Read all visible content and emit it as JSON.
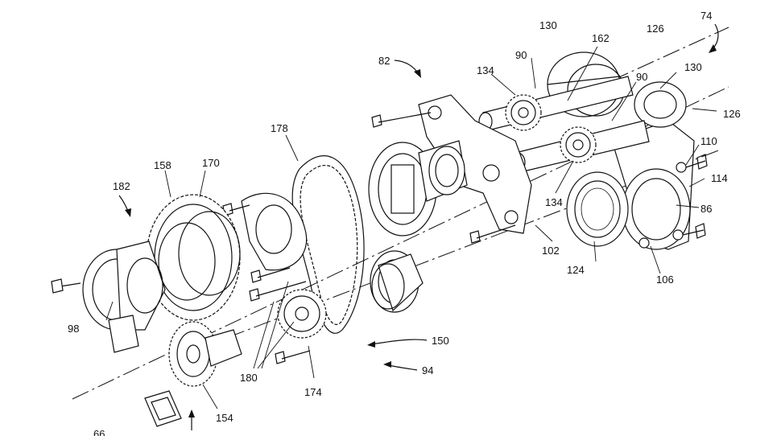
{
  "figure": {
    "labels": [
      {
        "id": "lbl-74",
        "text": "74"
      },
      {
        "id": "lbl-130a",
        "text": "130"
      },
      {
        "id": "lbl-126a",
        "text": "126"
      },
      {
        "id": "lbl-162",
        "text": "162"
      },
      {
        "id": "lbl-90a",
        "text": "90"
      },
      {
        "id": "lbl-90b",
        "text": "90"
      },
      {
        "id": "lbl-130b",
        "text": "130"
      },
      {
        "id": "lbl-126b",
        "text": "126"
      },
      {
        "id": "lbl-82",
        "text": "82"
      },
      {
        "id": "lbl-134a",
        "text": "134"
      },
      {
        "id": "lbl-178",
        "text": "178"
      },
      {
        "id": "lbl-110",
        "text": "110"
      },
      {
        "id": "lbl-114",
        "text": "114"
      },
      {
        "id": "lbl-86",
        "text": "86"
      },
      {
        "id": "lbl-134b",
        "text": "134"
      },
      {
        "id": "lbl-182",
        "text": "182"
      },
      {
        "id": "lbl-158",
        "text": "158"
      },
      {
        "id": "lbl-170",
        "text": "170"
      },
      {
        "id": "lbl-102",
        "text": "102"
      },
      {
        "id": "lbl-124",
        "text": "124"
      },
      {
        "id": "lbl-106",
        "text": "106"
      },
      {
        "id": "lbl-98",
        "text": "98"
      },
      {
        "id": "lbl-150",
        "text": "150"
      },
      {
        "id": "lbl-94",
        "text": "94"
      },
      {
        "id": "lbl-180",
        "text": "180"
      },
      {
        "id": "lbl-174",
        "text": "174"
      },
      {
        "id": "lbl-154",
        "text": "154"
      },
      {
        "id": "lbl-66",
        "text": "66"
      }
    ]
  }
}
